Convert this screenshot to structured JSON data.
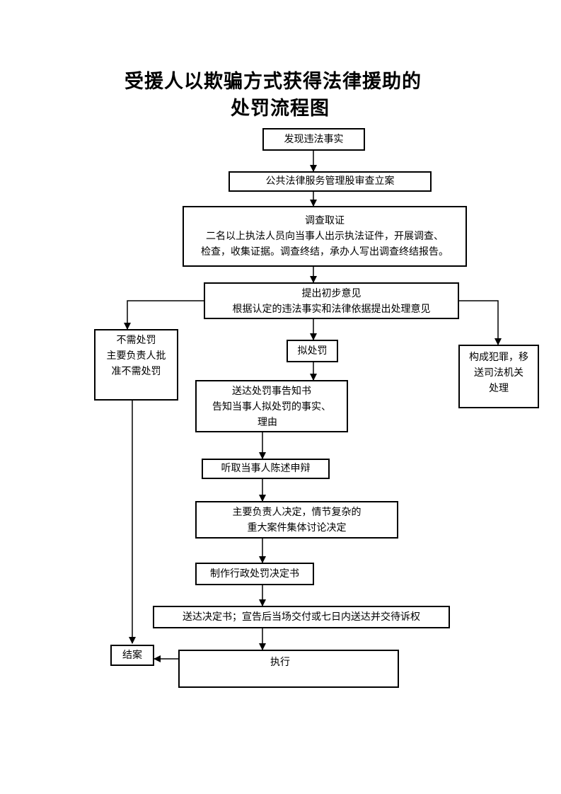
{
  "title": {
    "line1": "受援人以欺骗方式获得法律援助的",
    "line2": "处罚流程图"
  },
  "nodes": {
    "discover": {
      "line1": "发现违法事实"
    },
    "register": {
      "line1": "公共法律服务管理股审查立案"
    },
    "investigate": {
      "line1": "调查取证",
      "line2": "二名以上执法人员向当事人出示执法证件，开展调查、",
      "line3": "检查，收集证据。调查终结，承办人写出调查终结报告。"
    },
    "opinion": {
      "line1": "提出初步意见",
      "line2": "根据认定的违法事实和法律依据提出处理意见"
    },
    "no_penalty": {
      "line1": "不需处罚",
      "line2": "主要负责人批",
      "line3": "准不需处罚"
    },
    "propose": {
      "line1": "拟处罚"
    },
    "crime": {
      "line1": "构成犯罪，移",
      "line2": "送司法机关",
      "line3": "处理"
    },
    "notice": {
      "line1": "送达处罚事告知书",
      "line2": "告知当事人拟处罚的事实、",
      "line3": "理由"
    },
    "hearing": {
      "line1": "听取当事人陈述申辩"
    },
    "decide": {
      "line1": "主要负责人决定，情节复杂的",
      "line2": "重大案件集体讨论决定"
    },
    "make_decision": {
      "line1": "制作行政处罚决定书"
    },
    "serve": {
      "line1": "送达决定书；宣告后当场交付或七日内送达并交待诉权"
    },
    "close": {
      "line1": "结案"
    },
    "execute": {
      "line1": "执行"
    }
  }
}
